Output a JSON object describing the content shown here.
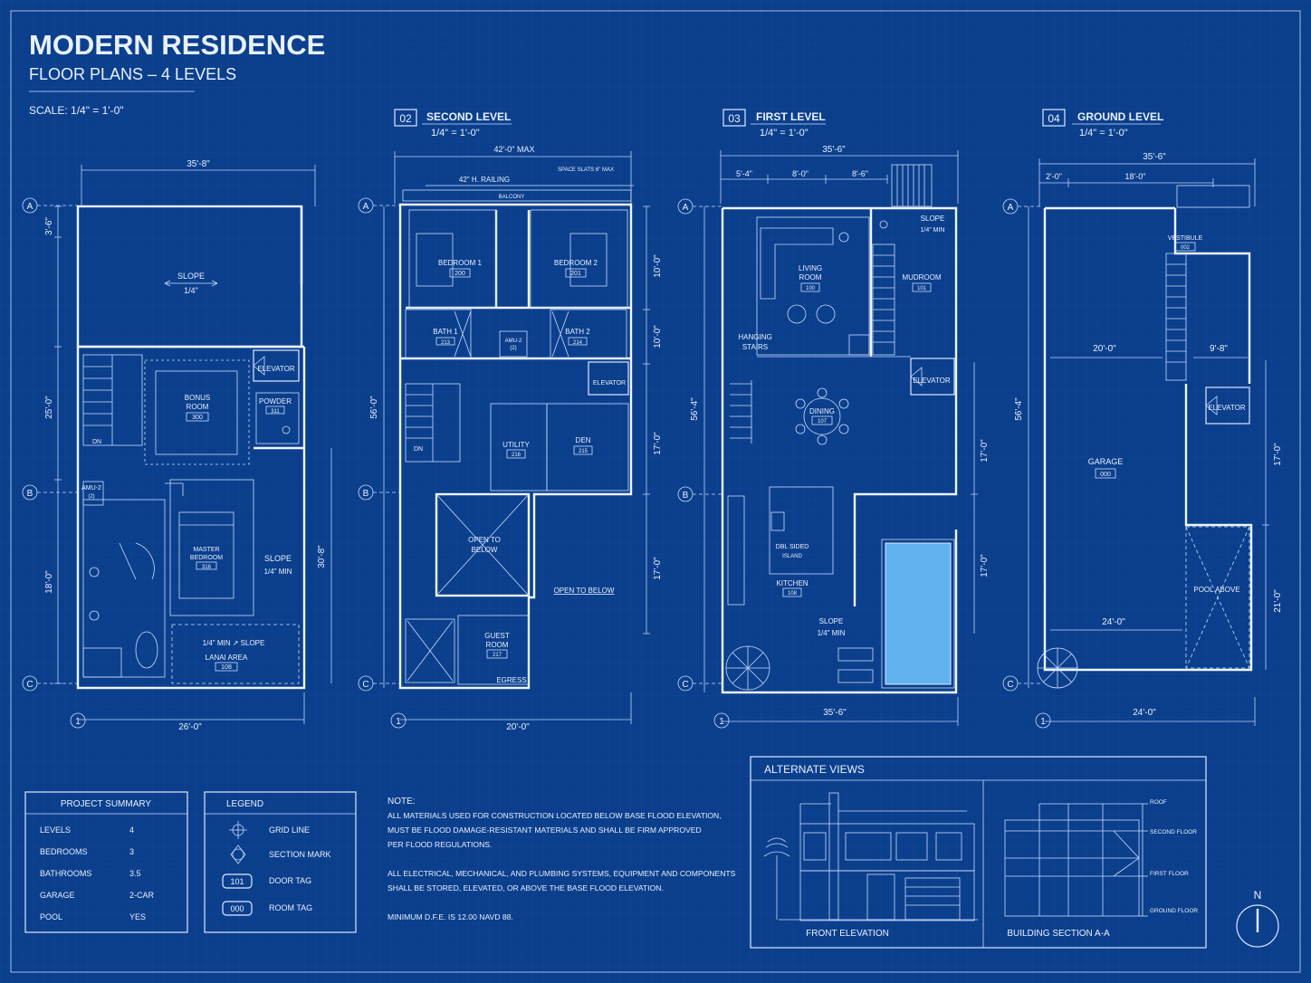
{
  "title": {
    "main": "MODERN RESIDENCE",
    "sub": "FLOOR PLANS – 4 LEVELS",
    "scale": "SCALE: 1/4\" = 1'-0\""
  },
  "colors": {
    "background": "#0b3f8c",
    "line": "#e8f1ff",
    "pool": "#5fb2ee"
  },
  "grid_marks": {
    "a": "A",
    "b": "B",
    "c": "C",
    "one": "1"
  },
  "level1": {
    "dims": {
      "top": "35'-8\"",
      "bottom": "26'-0\"",
      "left_a": "3'-6\"",
      "left_b": "25'-0\"",
      "left_c": "18'-0\"",
      "right": "30'-8\""
    },
    "labels": {
      "slope_top": "SLOPE",
      "slope_top_val": "1/4\"",
      "elevator": "ELEVATOR",
      "bonus": "BONUS",
      "bonus2": "ROOM",
      "bonus_tag": "300",
      "powder": "POWDER",
      "powder_tag": "311",
      "amu": "AMU-2",
      "amu_tag": "(2)",
      "master": "MASTER",
      "master2": "BEDROOM",
      "master_tag": "316",
      "slope_r": "SLOPE",
      "slope_r_val": "1/4\" MIN",
      "lanai_slope": "1/4\" MIN ↗ SLOPE",
      "lanai": "LANAI AREA",
      "lanai_tag": "108",
      "dn": "DN"
    }
  },
  "level2": {
    "num": "02",
    "name": "SECOND LEVEL",
    "scale": "1/4\" = 1'-0\"",
    "dims": {
      "top": "42'-0\" MAX",
      "railing": "42\" H. RAILING",
      "slats": "SPACE SLATS 6\" MAX",
      "bottom": "20'-0\"",
      "left": "56'-0\"",
      "r1": "10'-0\"",
      "r2": "10'-0\"",
      "r3": "17'-0\"",
      "r4": "17'-0\""
    },
    "labels": {
      "balcony": "BALCONY",
      "bed1": "BEDROOM 1",
      "bed1_tag": "200",
      "bed2": "BEDROOM 2",
      "bed2_tag": "201",
      "bath1": "BATH 1",
      "bath1_tag": "213",
      "amu": "AMU-2",
      "amu_tag": "(2)",
      "bath2": "BATH 2",
      "bath2_tag": "214",
      "elevator": "ELEVATOR",
      "utility": "UTILITY",
      "utility_tag": "216",
      "den": "DEN",
      "den_tag": "215",
      "open1": "OPEN TO",
      "open2": "BELOW",
      "open_below": "OPEN TO BELOW",
      "guest": "GUEST",
      "guest2": "ROOM",
      "guest_tag": "217",
      "egress": "EGRESS",
      "dn": "DN"
    }
  },
  "level3": {
    "num": "03",
    "name": "FIRST LEVEL",
    "scale": "1/4\" = 1'-0\"",
    "dims": {
      "top": "35'-6\"",
      "d1": "5'-4\"",
      "d2": "8'-0\"",
      "d3": "8'-6\"",
      "bottom": "35'-6\"",
      "left": "56'-4\"",
      "r1": "17'-0\"",
      "r2": "17'-0\""
    },
    "labels": {
      "living": "LIVING",
      "living2": "ROOM",
      "living_tag": "100",
      "slope": "SLOPE",
      "slope_val": "1/4\" MIN",
      "mudroom": "MUDROOM",
      "mudroom_tag": "101",
      "hanging": "HANGING",
      "hanging2": "STAIRS",
      "elevator": "ELEVATOR",
      "dining": "DINING",
      "dining_tag": "107",
      "island": "DBL SIDED",
      "island2": "ISLAND",
      "kitchen": "KITCHEN",
      "kitchen_tag": "108",
      "slope2": "SLOPE",
      "slope2_val": "1/4\" MIN"
    }
  },
  "level4": {
    "num": "04",
    "name": "GROUND LEVEL",
    "scale": "1/4\" = 1'-0\"",
    "dims": {
      "top": "35'-6\"",
      "d1": "2'-0\"",
      "d2": "18'-0\"",
      "mid1": "20'-0\"",
      "mid2": "9'-8\"",
      "low": "24'-0\"",
      "bottom": "24'-0\"",
      "left": "56'-4\"",
      "r1": "17'-0\"",
      "r2": "21'-0\""
    },
    "labels": {
      "vestibule": "VESTIBULE",
      "vestibule_tag": "002",
      "elevator": "ELEVATOR",
      "garage": "GARAGE",
      "garage_tag": "000",
      "pool_above": "POOL ABOVE"
    }
  },
  "project_summary": {
    "title": "PROJECT SUMMARY",
    "rows": [
      {
        "label": "LEVELS",
        "value": "4"
      },
      {
        "label": "BEDROOMS",
        "value": "3"
      },
      {
        "label": "BATHROOMS",
        "value": "3.5"
      },
      {
        "label": "GARAGE",
        "value": "2-CAR"
      },
      {
        "label": "POOL",
        "value": "YES"
      }
    ]
  },
  "legend": {
    "title": "LEGEND",
    "items": [
      {
        "symbol": "",
        "label": "GRID LINE"
      },
      {
        "symbol": "",
        "label": "SECTION MARK"
      },
      {
        "symbol": "101",
        "label": "DOOR TAG"
      },
      {
        "symbol": "000",
        "label": "ROOM TAG"
      }
    ]
  },
  "notes": {
    "title": "NOTE:",
    "lines": [
      "ALL MATERIALS USED FOR CONSTRUCTION LOCATED BELOW BASE FLOOD ELEVATION,",
      "MUST BE FLOOD DAMAGE-RESISTANT MATERIALS AND SHALL BE FIRM APPROVED",
      "PER FLOOD REGULATIONS.",
      "ALL ELECTRICAL, MECHANICAL, AND PLUMBING SYSTEMS, EQUIPMENT AND COMPONENTS",
      "SHALL BE STORED, ELEVATED, OR ABOVE THE BASE FLOOD ELEVATION.",
      "MINIMUM D.F.E. IS 12.00 NAVD 88."
    ]
  },
  "alternate_views": {
    "title": "ALTERNATE VIEWS",
    "front": "FRONT ELEVATION",
    "section": "BUILDING SECTION A-A",
    "section_labels": {
      "roof": "ROOF",
      "second": "SECOND FLOOR",
      "first": "FIRST FLOOR",
      "ground": "GROUND FLOOR"
    }
  },
  "north": "N"
}
